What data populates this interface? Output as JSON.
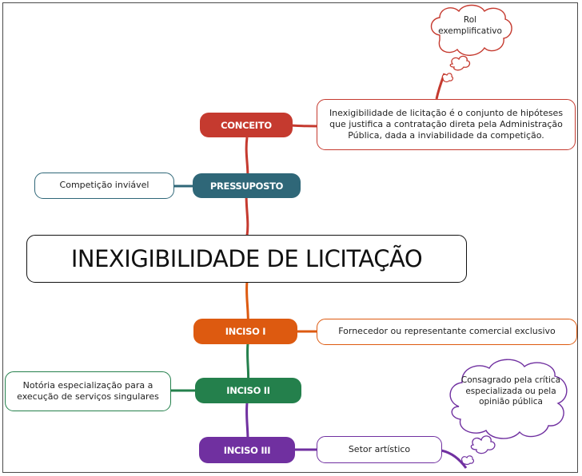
{
  "central": {
    "title": "INEXIGIBILIDADE DE LICITAÇÃO"
  },
  "branches": {
    "conceito": {
      "label": "CONCEITO",
      "text": "Inexigibilidade de licitação é o conjunto de hipóteses que justifica a contratação direta pela Administração Pública, dada a inviabilidade da competição.",
      "note": "Rol exemplificativo",
      "color": "#c53a2f"
    },
    "pressuposto": {
      "label": "PRESSUPOSTO",
      "text": "Competição inviável",
      "color": "#2f6778"
    },
    "inciso1": {
      "label": "INCISO I",
      "text": "Fornecedor ou representante comercial exclusivo",
      "color": "#dd5a10"
    },
    "inciso2": {
      "label": "INCISO II",
      "text": "Notória especialização para a execução de serviços singulares",
      "color": "#24804c"
    },
    "inciso3": {
      "label": "INCISO III",
      "text": "Setor artístico",
      "note": "Consagrado pela crítica especializada ou pela opinião pública",
      "color": "#7030a0"
    }
  }
}
